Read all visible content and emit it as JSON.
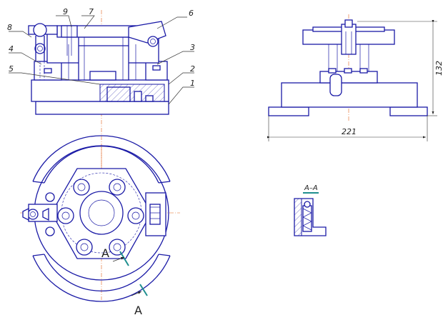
{
  "colors": {
    "outline": "#1a1aa6",
    "axis": "#e0621f",
    "section_mark": "#1f8f8f",
    "text": "#222222"
  },
  "parts": {
    "p1": "1",
    "p2": "2",
    "p3": "3",
    "p4": "4",
    "p5": "5",
    "p6": "6",
    "p7": "7",
    "p8": "8",
    "p9": "9"
  },
  "dimensions": {
    "height": "132",
    "width": "221"
  },
  "section": {
    "title": "A–A",
    "mark_upper": "A",
    "mark_lower": "A"
  }
}
